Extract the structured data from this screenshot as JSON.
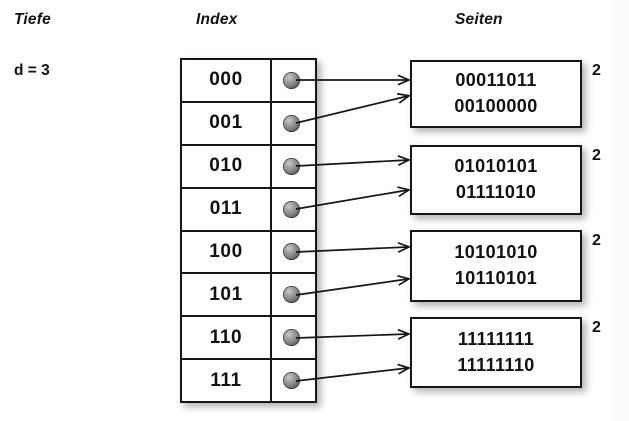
{
  "headings": {
    "depth": "Tiefe",
    "index": "Index",
    "pages": "Seiten"
  },
  "depth": {
    "label": "d = 3"
  },
  "index_table": {
    "rows": [
      {
        "key": "000",
        "pointer_icon": "bullet-icon",
        "target_page": 0
      },
      {
        "key": "001",
        "pointer_icon": "bullet-icon",
        "target_page": 0
      },
      {
        "key": "010",
        "pointer_icon": "bullet-icon",
        "target_page": 1
      },
      {
        "key": "011",
        "pointer_icon": "bullet-icon",
        "target_page": 1
      },
      {
        "key": "100",
        "pointer_icon": "bullet-icon",
        "target_page": 2
      },
      {
        "key": "101",
        "pointer_icon": "bullet-icon",
        "target_page": 2
      },
      {
        "key": "110",
        "pointer_icon": "bullet-icon",
        "target_page": 3
      },
      {
        "key": "111",
        "pointer_icon": "bullet-icon",
        "target_page": 3
      }
    ]
  },
  "pages": [
    {
      "lines": [
        "00011011",
        "00100000"
      ],
      "count": "2"
    },
    {
      "lines": [
        "01010101",
        "01111010"
      ],
      "count": "2"
    },
    {
      "lines": [
        "10101010",
        "10110101"
      ],
      "count": "2"
    },
    {
      "lines": [
        "11111111",
        "11111110"
      ],
      "count": "2"
    }
  ],
  "colors": {
    "background": "#ffffff",
    "stroke": "#161616",
    "text": "#111111",
    "bullet_dark": "#2e2e2e",
    "bullet_light": "#c9c9c9"
  }
}
